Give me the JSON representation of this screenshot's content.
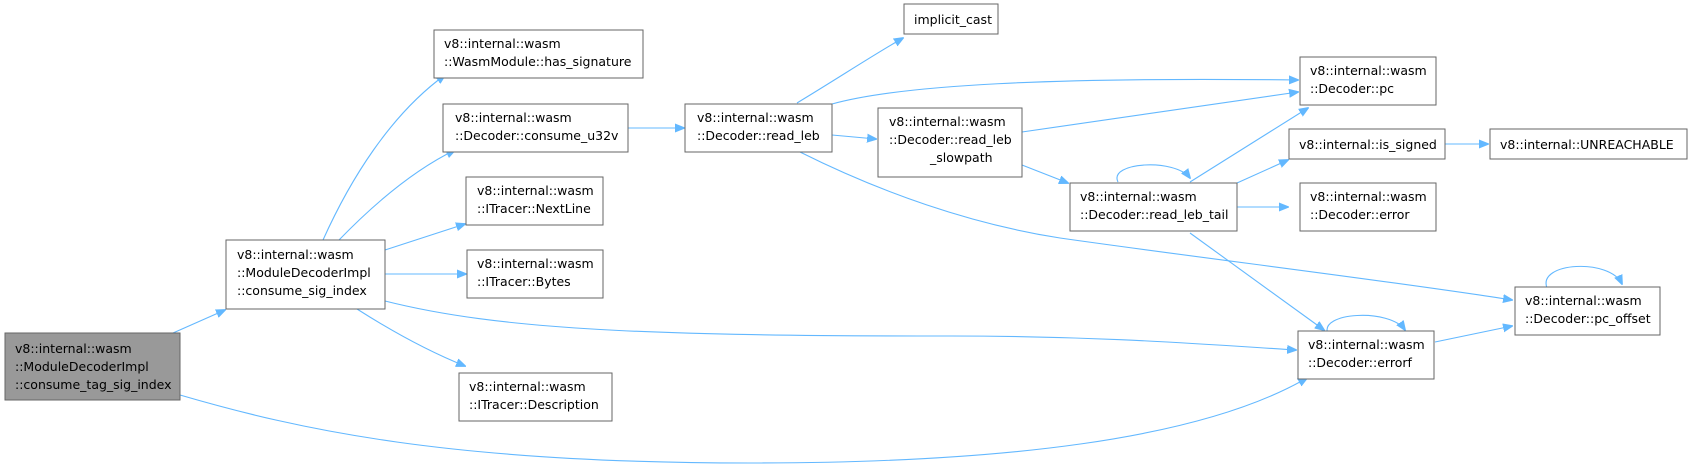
{
  "colors": {
    "edge": "#63b8ff",
    "node_border": "#666666",
    "root_fill": "#999999",
    "node_fill": "#ffffff"
  },
  "nodes": {
    "root": {
      "lines": [
        "v8::internal::wasm",
        "::ModuleDecoderImpl",
        "::consume_tag_sig_index"
      ]
    },
    "consume_sig_index": {
      "lines": [
        "v8::internal::wasm",
        "::ModuleDecoderImpl",
        "::consume_sig_index"
      ]
    },
    "has_signature": {
      "lines": [
        "v8::internal::wasm",
        "::WasmModule::has_signature"
      ]
    },
    "consume_u32v": {
      "lines": [
        "v8::internal::wasm",
        "::Decoder::consume_u32v"
      ]
    },
    "next_line": {
      "lines": [
        "v8::internal::wasm",
        "::ITracer::NextLine"
      ]
    },
    "bytes": {
      "lines": [
        "v8::internal::wasm",
        "::ITracer::Bytes"
      ]
    },
    "description": {
      "lines": [
        "v8::internal::wasm",
        "::ITracer::Description"
      ]
    },
    "read_leb": {
      "lines": [
        "v8::internal::wasm",
        "::Decoder::read_leb"
      ]
    },
    "implicit_cast": {
      "lines": [
        "implicit_cast"
      ]
    },
    "read_leb_slowpath": {
      "lines": [
        "v8::internal::wasm",
        "::Decoder::read_leb",
        "_slowpath"
      ]
    },
    "read_leb_tail": {
      "lines": [
        "v8::internal::wasm",
        "::Decoder::read_leb_tail"
      ]
    },
    "pc": {
      "lines": [
        "v8::internal::wasm",
        "::Decoder::pc"
      ]
    },
    "is_signed": {
      "lines": [
        "v8::internal::is_signed"
      ]
    },
    "unreachable": {
      "lines": [
        "v8::internal::UNREACHABLE"
      ]
    },
    "error": {
      "lines": [
        "v8::internal::wasm",
        "::Decoder::error"
      ]
    },
    "errorf": {
      "lines": [
        "v8::internal::wasm",
        "::Decoder::errorf"
      ]
    },
    "pc_offset": {
      "lines": [
        "v8::internal::wasm",
        "::Decoder::pc_offset"
      ]
    }
  },
  "edges": [
    [
      "root",
      "consume_sig_index"
    ],
    [
      "root",
      "errorf"
    ],
    [
      "consume_sig_index",
      "has_signature"
    ],
    [
      "consume_sig_index",
      "consume_u32v"
    ],
    [
      "consume_sig_index",
      "next_line"
    ],
    [
      "consume_sig_index",
      "bytes"
    ],
    [
      "consume_sig_index",
      "description"
    ],
    [
      "consume_sig_index",
      "errorf"
    ],
    [
      "consume_u32v",
      "read_leb"
    ],
    [
      "read_leb",
      "implicit_cast"
    ],
    [
      "read_leb",
      "pc"
    ],
    [
      "read_leb",
      "read_leb_slowpath"
    ],
    [
      "read_leb",
      "pc_offset"
    ],
    [
      "read_leb_slowpath",
      "pc"
    ],
    [
      "read_leb_slowpath",
      "read_leb_tail"
    ],
    [
      "read_leb_tail",
      "read_leb_tail"
    ],
    [
      "read_leb_tail",
      "pc"
    ],
    [
      "read_leb_tail",
      "is_signed"
    ],
    [
      "read_leb_tail",
      "error"
    ],
    [
      "read_leb_tail",
      "errorf"
    ],
    [
      "is_signed",
      "unreachable"
    ],
    [
      "errorf",
      "errorf"
    ],
    [
      "errorf",
      "pc_offset"
    ],
    [
      "pc_offset",
      "pc_offset"
    ]
  ]
}
